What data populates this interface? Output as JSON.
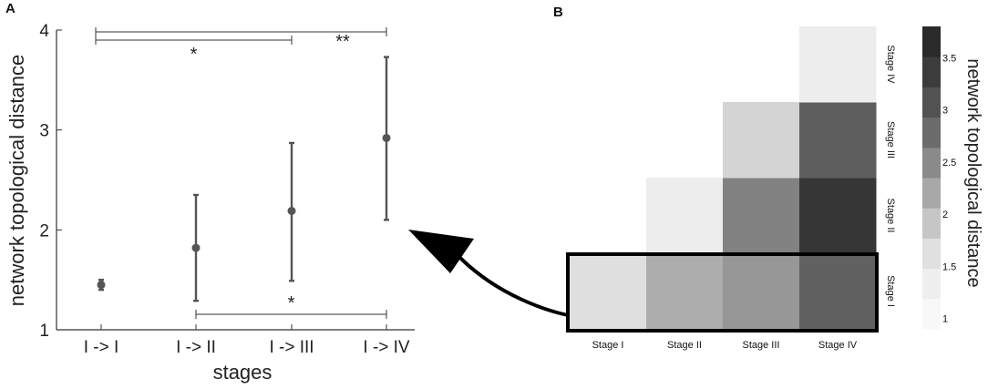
{
  "chart_data": [
    {
      "panel": "A",
      "type": "scatter",
      "xlabel": "stages",
      "ylabel": "network topological distance",
      "categories": [
        "I -> I",
        "I -> II",
        "I -> III",
        "I -> IV"
      ],
      "ylim": [
        1,
        4
      ],
      "yticks": [
        "1",
        "2",
        "3",
        "4"
      ],
      "values": [
        1.45,
        1.82,
        2.19,
        2.92
      ],
      "error_low": [
        1.4,
        1.29,
        1.49,
        2.1
      ],
      "error_high": [
        1.5,
        2.35,
        2.87,
        3.73
      ],
      "significance": [
        {
          "from": "I -> I",
          "to": "I -> III",
          "label": "*"
        },
        {
          "from": "I -> I",
          "to": "I -> IV",
          "label": "**"
        },
        {
          "from": "I -> II",
          "to": "I -> IV",
          "label": "*"
        }
      ],
      "colors": {
        "marker": "#555555",
        "axis": "#333333"
      }
    },
    {
      "panel": "B",
      "type": "heatmap",
      "x_categories": [
        "Stage I",
        "Stage II",
        "Stage III",
        "Stage IV"
      ],
      "y_categories": [
        "Stage I",
        "Stage II",
        "Stage III",
        "Stage IV"
      ],
      "cells": [
        {
          "x": "Stage I",
          "y": "Stage I",
          "value": 1.25
        },
        {
          "x": "Stage II",
          "y": "Stage I",
          "value": 1.95
        },
        {
          "x": "Stage III",
          "y": "Stage I",
          "value": 2.25
        },
        {
          "x": "Stage IV",
          "y": "Stage I",
          "value": 3.0
        },
        {
          "x": "Stage II",
          "y": "Stage II",
          "value": 1.05
        },
        {
          "x": "Stage III",
          "y": "Stage II",
          "value": 2.55
        },
        {
          "x": "Stage IV",
          "y": "Stage II",
          "value": 3.6
        },
        {
          "x": "Stage III",
          "y": "Stage III",
          "value": 1.4
        },
        {
          "x": "Stage IV",
          "y": "Stage III",
          "value": 3.05
        },
        {
          "x": "Stage IV",
          "y": "Stage IV",
          "value": 1.05
        }
      ],
      "highlighted_row": "Stage I",
      "colorbar": {
        "label": "network topological distance",
        "ticks": [
          "1",
          "1.5",
          "2",
          "2.5",
          "3",
          "3.5"
        ],
        "range": [
          0.9,
          3.8
        ],
        "colors": [
          "#f8f8f8",
          "#eeeeee",
          "#e0e0e0",
          "#c6c6c6",
          "#a8a8a8",
          "#8a8a8a",
          "#6c6c6c",
          "#525252",
          "#3c3c3c",
          "#2a2a2a"
        ]
      }
    }
  ]
}
